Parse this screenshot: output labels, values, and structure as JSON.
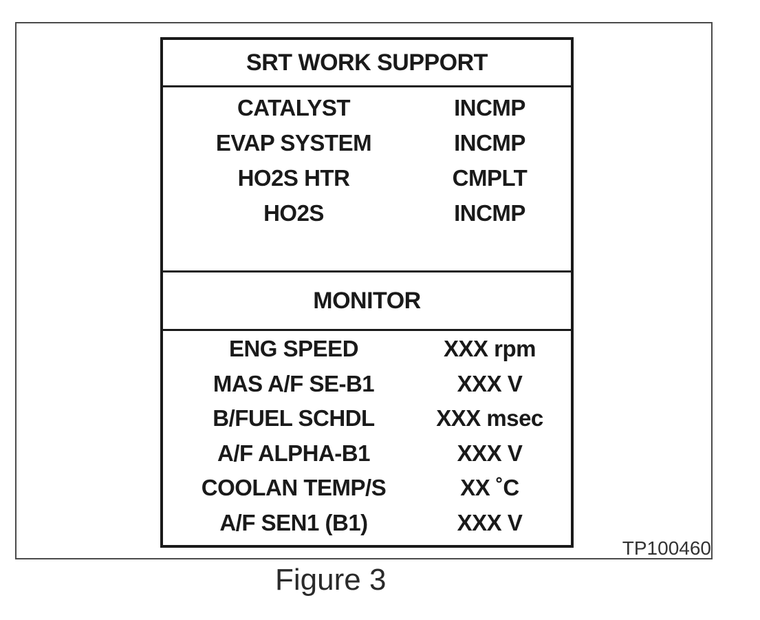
{
  "srt": {
    "title": "SRT WORK SUPPORT",
    "rows": [
      {
        "name": "CATALYST",
        "value": "INCMP"
      },
      {
        "name": "EVAP SYSTEM",
        "value": "INCMP"
      },
      {
        "name": "HO2S HTR",
        "value": "CMPLT"
      },
      {
        "name": "HO2S",
        "value": "INCMP"
      }
    ]
  },
  "monitor": {
    "title": "MONITOR",
    "rows": [
      {
        "name": "ENG SPEED",
        "value": "XXX rpm"
      },
      {
        "name": "MAS A/F SE-B1",
        "value": "XXX V"
      },
      {
        "name": "B/FUEL SCHDL",
        "value": "XXX msec"
      },
      {
        "name": "A/F ALPHA-B1",
        "value": "XXX V"
      },
      {
        "name": "COOLAN TEMP/S",
        "value": "XX ˚C"
      },
      {
        "name": "A/F SEN1 (B1)",
        "value": "XXX V"
      }
    ]
  },
  "figure_code": "TP100460",
  "caption": "Figure 3"
}
